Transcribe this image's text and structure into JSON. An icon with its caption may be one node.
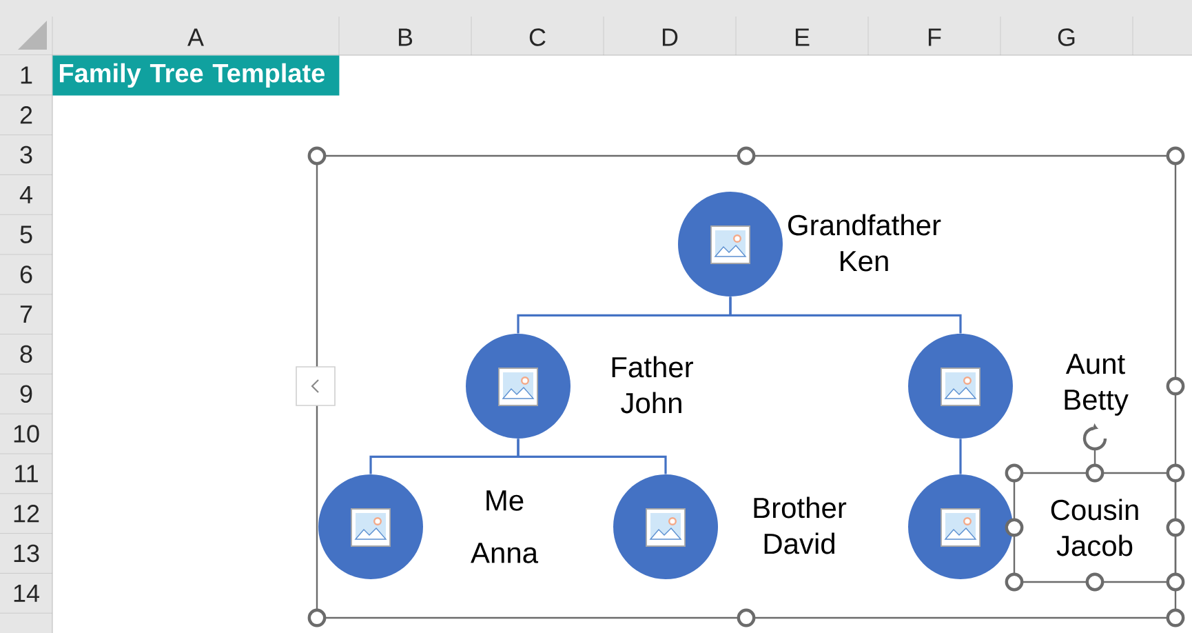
{
  "diagram": {
    "title": "Family Tree Template",
    "nodes": [
      {
        "text": [],
        "shape": "circle",
        "beside": [
          "Grandfather Ken"
        ]
      },
      {
        "text": [],
        "shape": "circle",
        "beside": [
          "Father John"
        ]
      },
      {
        "text": [],
        "shape": "circle",
        "beside": [
          "Aunt Betty"
        ]
      },
      {
        "text": [],
        "shape": "circle",
        "beside": [
          "Me",
          "Anna"
        ]
      },
      {
        "text": [],
        "shape": "circle",
        "beside": [
          "Brother David"
        ]
      },
      {
        "text": [],
        "shape": "circle"
      },
      {
        "text": [
          "Cousin Jacob"
        ]
      }
    ],
    "edges": [
      {
        "from": 0,
        "to": 1,
        "arrow": "none"
      },
      {
        "from": 0,
        "to": 2,
        "arrow": "none"
      },
      {
        "from": 1,
        "to": 3,
        "arrow": "none"
      },
      {
        "from": 1,
        "to": 4,
        "arrow": "none"
      },
      {
        "from": 2,
        "to": 5,
        "arrow": "none"
      }
    ],
    "labels": [
      "A",
      "B",
      "C",
      "D",
      "E",
      "F",
      "G",
      "1",
      "2",
      "3",
      "4",
      "5",
      "6",
      "7",
      "8",
      "9",
      "10",
      "11",
      "12",
      "13",
      "14"
    ]
  }
}
